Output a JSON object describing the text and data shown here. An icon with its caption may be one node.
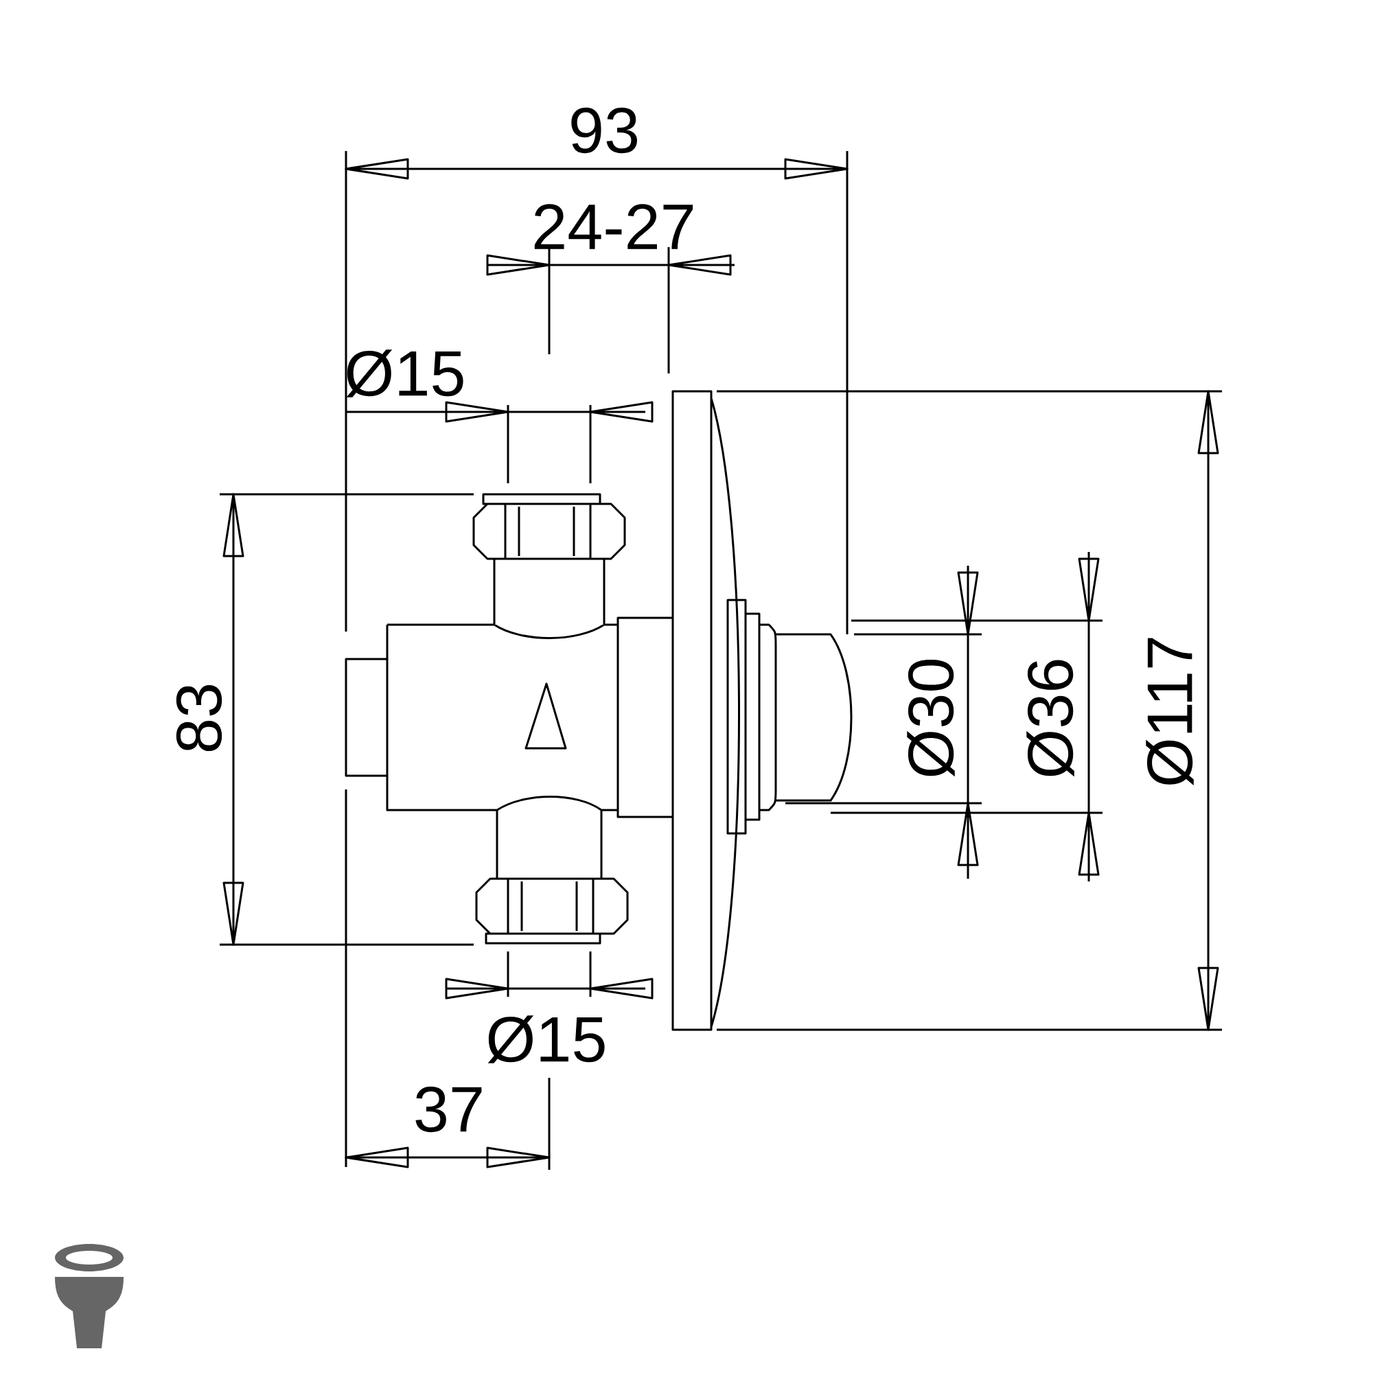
{
  "diagram": {
    "labels": [
      "93",
      "24-27",
      "Ø15",
      "83",
      "Ø30",
      "Ø36",
      "Ø117",
      "Ø15",
      "37"
    ]
  }
}
